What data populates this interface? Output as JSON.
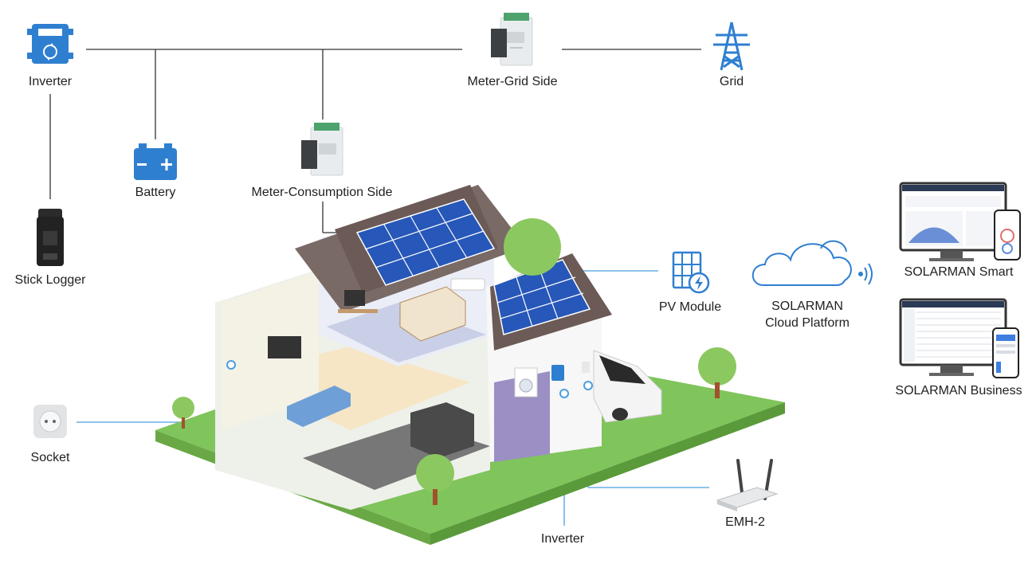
{
  "labels": {
    "inverter_top": "Inverter",
    "meter_grid": "Meter-Grid Side",
    "grid": "Grid",
    "battery": "Battery",
    "meter_consumption": "Meter-Consumption Side",
    "stick_logger": "Stick Logger",
    "pv_module": "PV Module",
    "cloud_line1": "SOLARMAN",
    "cloud_line2": "Cloud Platform",
    "solarman_smart": "SOLARMAN Smart",
    "solarman_business": "SOLARMAN Business",
    "socket": "Socket",
    "inverter_bottom": "Inverter",
    "emh2": "EMH-2"
  },
  "colors": {
    "accent_blue": "#2f7fd0",
    "line_dark": "#333333",
    "line_blue": "#4a9fe0",
    "grass": "#7cc25a",
    "panel": "#2757b8",
    "roof": "#6b5a56"
  },
  "icons": {
    "inverter": "inverter-icon",
    "meter": "meter-icon",
    "grid": "transmission-tower-icon",
    "battery": "battery-icon",
    "logger": "stick-logger-icon",
    "pv": "pv-module-icon",
    "cloud": "cloud-icon",
    "socket": "socket-icon",
    "router": "router-icon"
  }
}
